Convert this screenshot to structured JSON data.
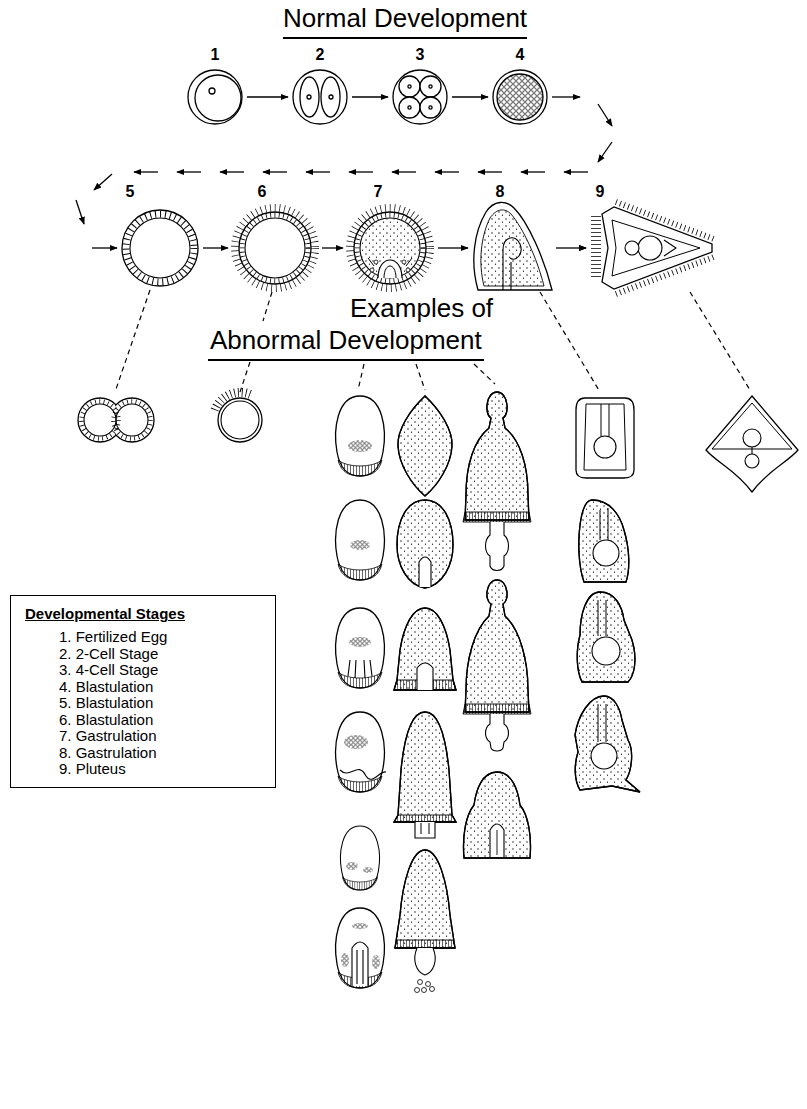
{
  "diagram": {
    "title": "Normal Development",
    "nodes": [
      {
        "text": [
          "Developmental Stages",
          "1. Fertilized Egg",
          "2. 2-Cell Stage",
          "3. 4-Cell Stage",
          "4. Blastulation",
          "5. Blastulation",
          "6. Blastulation",
          "7. Gastrulation",
          "8. Gastrulation",
          "9. Pluteus"
        ]
      }
    ],
    "labels": [
      "1",
      "2",
      "3",
      "4",
      "5",
      "6",
      "7",
      "8",
      "9",
      "Examples of Abnormal Development"
    ]
  }
}
